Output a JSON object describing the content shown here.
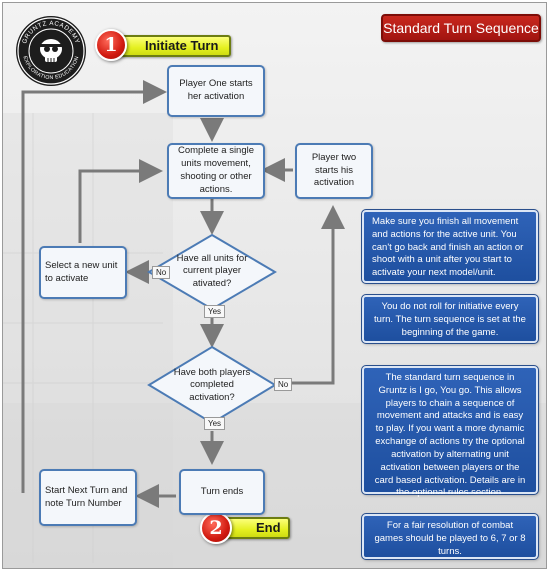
{
  "title": "Standard Turn Sequence",
  "logo": {
    "text_top": "GRUNTZ ACADEMY",
    "text_bottom": "EXPLORATION EDUCATION"
  },
  "start": {
    "number": "1",
    "label": "Initiate Turn"
  },
  "end": {
    "number": "2",
    "label": "End"
  },
  "nodes": {
    "p1_start": "Player One starts her activation",
    "complete_action": "Complete a single units movement, shooting or other actions.",
    "p2_start": "Player two starts his activation",
    "select_unit": "Select a new unit to activate",
    "all_units_q": "Have all units for current player ativated?",
    "both_players_q": "Have both players completed activation?",
    "next_turn": "Start Next Turn and note Turn Number",
    "turn_ends": "Turn ends"
  },
  "labels": {
    "no1": "No",
    "yes1": "Yes",
    "no2": "No",
    "yes2": "Yes"
  },
  "notes": [
    "Make sure you finish all movement and actions for the active unit. You can't go back and finish an action or shoot with a unit after you start to activate your next model/unit.",
    "You do not roll for initiative every turn. The turn sequence is set at the beginning of the game.",
    "The standard turn sequence in Gruntz is I go, You go. This allows players to chain a sequence of movement and attacks and is easy to play. If you want a more dynamic exchange of actions try the optional activation by alternating unit activation between players or the card based activation. Details are in the optional rules section.",
    "For a fair resolution of combat games should be played to 6, 7 or 8 turns."
  ],
  "colors": {
    "accent_red": "#b81c14",
    "pill_yellow": "#e8f22a",
    "box_border": "#4c7bb5",
    "note_blue": "#2457ab",
    "arrow": "#7a7a7a"
  }
}
